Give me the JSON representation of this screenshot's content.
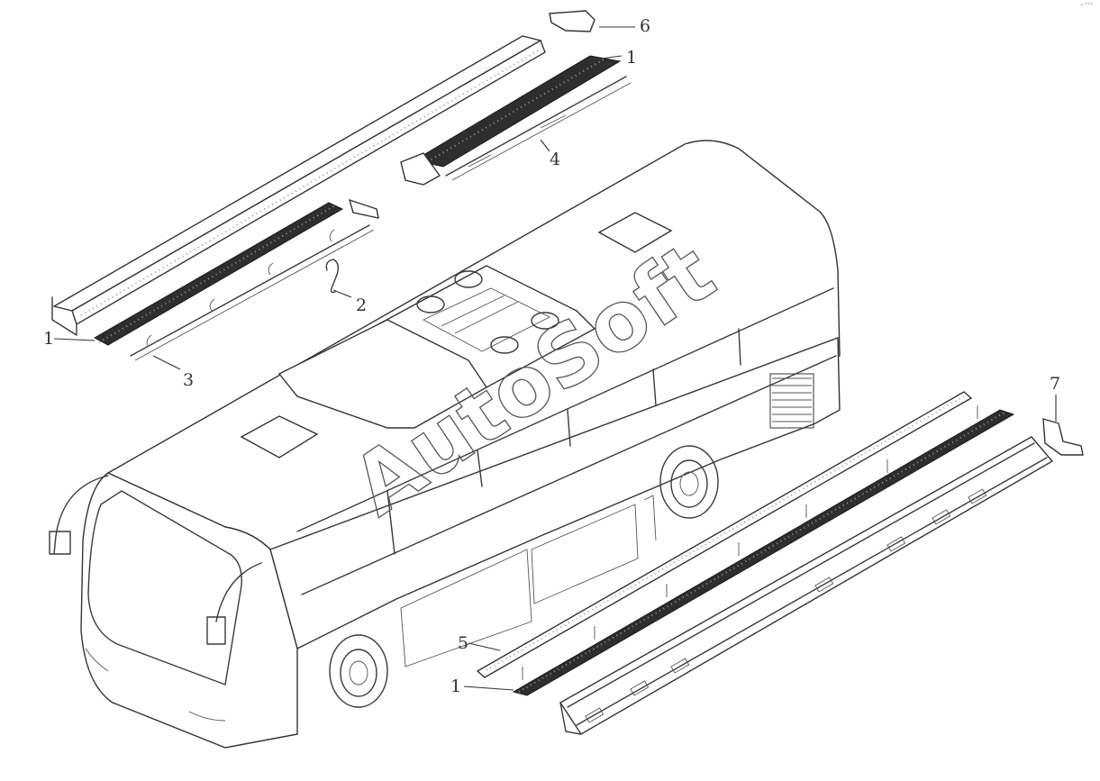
{
  "callouts": [
    "1",
    "1",
    "1",
    "2",
    "3",
    "4",
    "5",
    "6",
    "7"
  ],
  "watermark": "AutoSoft",
  "colors": {
    "line": "#333333",
    "strip": "#2e2e2e",
    "background": "#ffffff"
  }
}
